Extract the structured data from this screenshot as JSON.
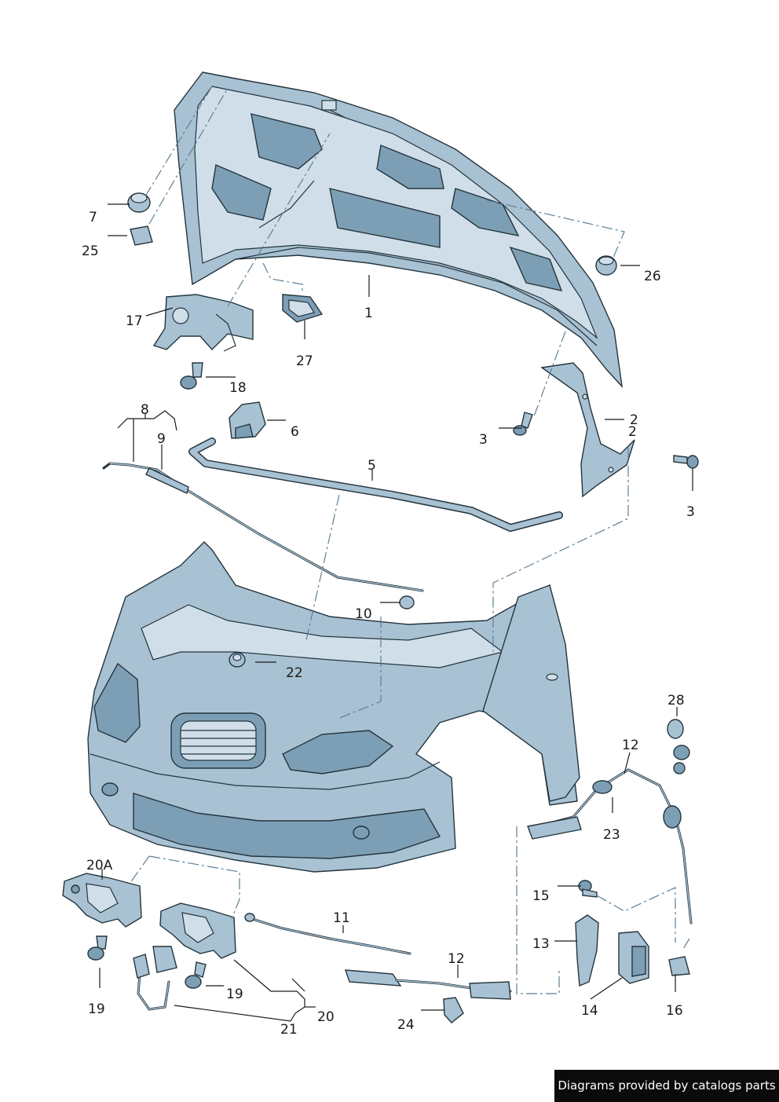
{
  "diagram": {
    "callouts": [
      "1",
      "2",
      "2",
      "3",
      "3",
      "5",
      "6",
      "7",
      "8",
      "9",
      "10",
      "11",
      "12",
      "12",
      "13",
      "14",
      "15",
      "16",
      "17",
      "18",
      "19",
      "19",
      "20",
      "20A",
      "21",
      "22",
      "23",
      "24",
      "25",
      "26",
      "27",
      "28"
    ]
  },
  "footer": {
    "watermark": "Diagrams provided by catalogs parts"
  },
  "colors": {
    "part_fill": "#a9c2d3",
    "part_dark": "#7d9fb5",
    "outline": "#24343d",
    "leader_dash": "#5f7f94",
    "watermark_bg": "#0b0b0b"
  }
}
